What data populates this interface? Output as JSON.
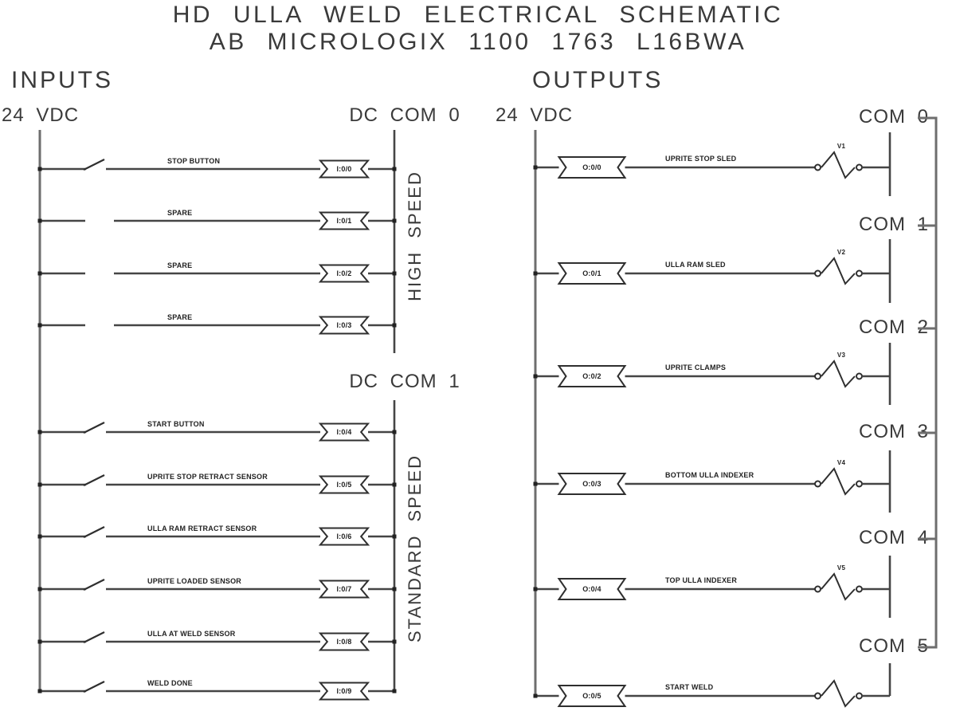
{
  "title": {
    "line1": "HD ULLA WELD ELECTRICAL SCHEMATIC",
    "line2": "AB MICROLOGIX 1100 1763 L16BWA"
  },
  "inputs": {
    "header": "INPUTS",
    "rail_label": "24 VDC",
    "com_top_label": "DC COM 0",
    "com_bottom_label": "DC COM 1",
    "group_top": "HIGH SPEED",
    "group_bottom": "STANDARD SPEED",
    "rows": [
      {
        "label": "STOP BUTTON",
        "tag": "I:0/0",
        "has_switch": true
      },
      {
        "label": "SPARE",
        "tag": "I:0/1",
        "has_switch": false
      },
      {
        "label": "SPARE",
        "tag": "I:0/2",
        "has_switch": false
      },
      {
        "label": "SPARE",
        "tag": "I:0/3",
        "has_switch": false
      },
      {
        "label": "START BUTTON",
        "tag": "I:0/4",
        "has_switch": true
      },
      {
        "label": "UPRITE STOP RETRACT SENSOR",
        "tag": "I:0/5",
        "has_switch": true
      },
      {
        "label": "ULLA RAM RETRACT SENSOR",
        "tag": "I:0/6",
        "has_switch": true
      },
      {
        "label": "UPRITE LOADED SENSOR",
        "tag": "I:0/7",
        "has_switch": true
      },
      {
        "label": "ULLA AT WELD SENSOR",
        "tag": "I:0/8",
        "has_switch": true
      },
      {
        "label": "WELD DONE",
        "tag": "I:0/9",
        "has_switch": true
      }
    ]
  },
  "outputs": {
    "header": "OUTPUTS",
    "rail_label": "24 VDC",
    "coms": [
      "COM 0",
      "COM 1",
      "COM 2",
      "COM 3",
      "COM 4",
      "COM 5"
    ],
    "rows": [
      {
        "tag": "O:0/0",
        "label": "UPRITE STOP SLED",
        "coil": "V1"
      },
      {
        "tag": "O:0/1",
        "label": "ULLA RAM SLED",
        "coil": "V2"
      },
      {
        "tag": "O:0/2",
        "label": "UPRITE CLAMPS",
        "coil": "V3"
      },
      {
        "tag": "O:0/3",
        "label": "BOTTOM ULLA INDEXER",
        "coil": "V4"
      },
      {
        "tag": "O:0/4",
        "label": "TOP ULLA INDEXER",
        "coil": "V5"
      },
      {
        "tag": "O:0/5",
        "label": "START WELD",
        "coil": ""
      }
    ]
  },
  "colors": {
    "wire": "#454545",
    "rail": "#6e6e6e",
    "text": "#3a3a3a"
  }
}
